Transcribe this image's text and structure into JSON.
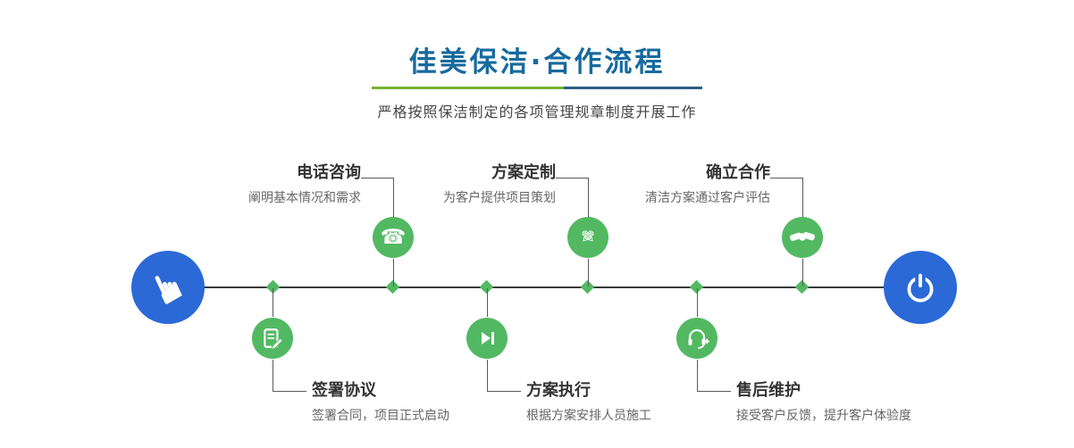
{
  "header": {
    "title": "佳美保洁·合作流程",
    "subtitle": "严格按照保洁制定的各项管理规章制度开展工作"
  },
  "colors": {
    "title_blue": "#176a9e",
    "endpoint_blue": "#2b69d6",
    "node_green": "#52b962",
    "divider_green": "#79b32e",
    "divider_blue": "#2c5f86"
  },
  "endpoints": {
    "left_icon": "hand-pointer-icon",
    "right_icon": "power-icon"
  },
  "steps_top": [
    {
      "title": "电话咨询",
      "desc": "阐明基本情况和需求",
      "icon": "phone-icon"
    },
    {
      "title": "方案定制",
      "desc": "为客户提供项目策划",
      "icon": "design-pencil-icon"
    },
    {
      "title": "确立合作",
      "desc": "清洁方案通过客户评估",
      "icon": "handshake-icon"
    }
  ],
  "steps_bottom": [
    {
      "title": "签署协议",
      "desc": "签署合同，项目正式启动",
      "icon": "contract-sign-icon"
    },
    {
      "title": "方案执行",
      "desc": "根据方案安排人员施工",
      "icon": "execute-play-icon"
    },
    {
      "title": "售后维护",
      "desc": "接受客户反馈，提升客户体验度",
      "icon": "aftersale-headset-icon"
    }
  ]
}
